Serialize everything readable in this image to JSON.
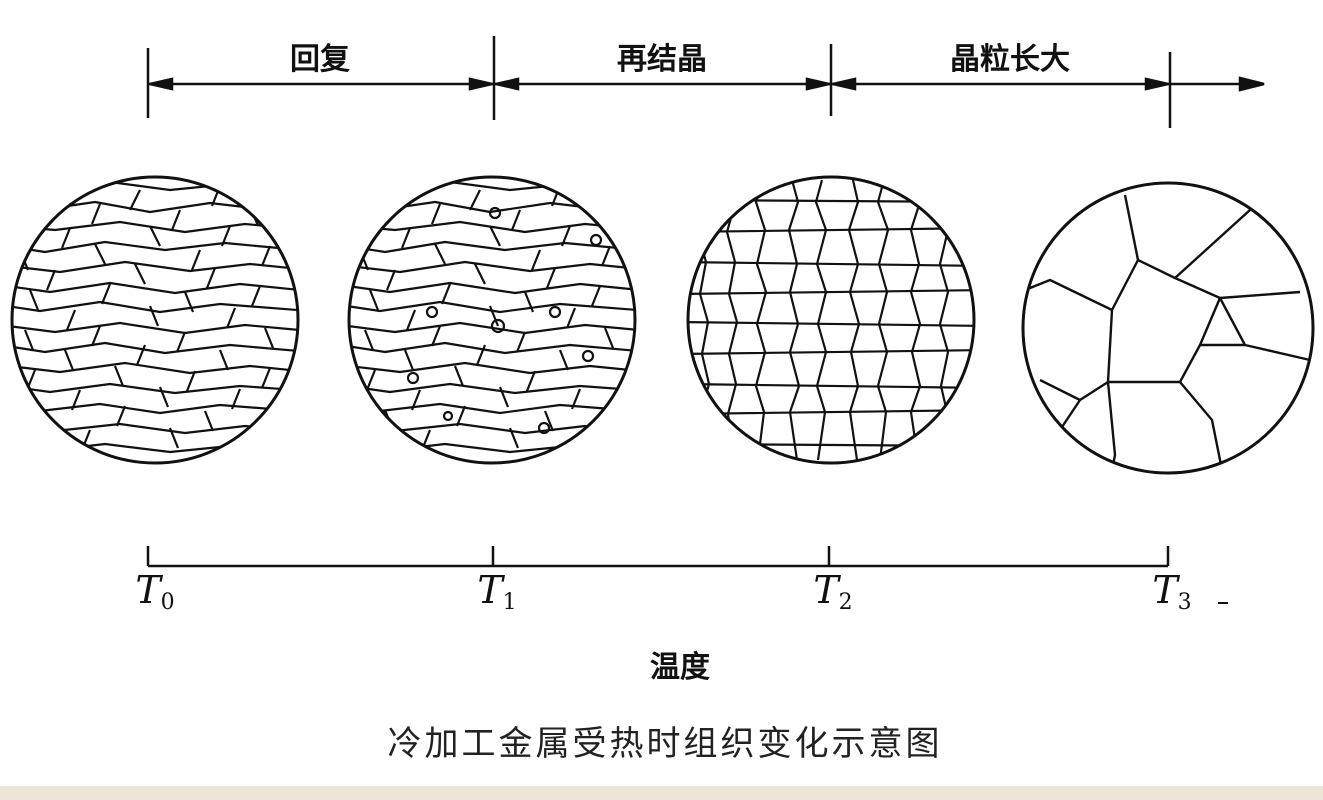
{
  "stages": [
    "回复",
    "再结晶",
    "晶粒长大"
  ],
  "temperatures": [
    {
      "symbol": "T",
      "sub": "0"
    },
    {
      "symbol": "T",
      "sub": "1"
    },
    {
      "symbol": "T",
      "sub": "2"
    },
    {
      "symbol": "T",
      "sub": "3"
    }
  ],
  "axis_title": "温度",
  "caption": "冷加工金属受热时组织变化示意图",
  "colors": {
    "line": "#111111",
    "background": "#ffffff"
  }
}
